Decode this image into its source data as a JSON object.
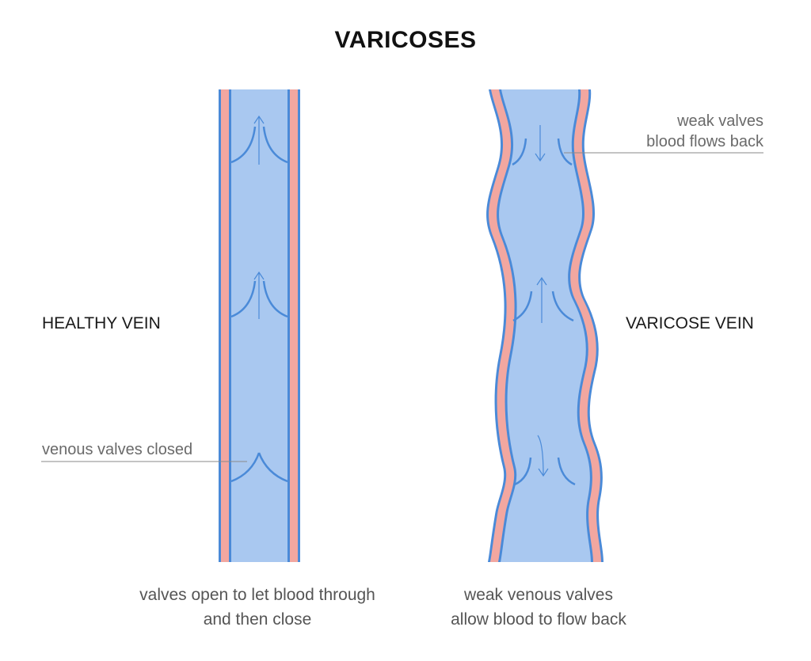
{
  "title": "VARICOSES",
  "healthy": {
    "label": "HEALTHY VEIN",
    "callout": "venous valves closed",
    "caption_line1": "valves open to let blood through",
    "caption_line2": "and then close"
  },
  "varicose": {
    "label": "VARICOSE VEIN",
    "callout_line1": "weak valves",
    "callout_line2": "blood flows back",
    "caption_line1": "weak venous valves",
    "caption_line2": "allow blood to flow back"
  },
  "colors": {
    "blood": "#a9c8f0",
    "wall_pink": "#f2a7a0",
    "wall_blue": "#4a8ad8",
    "valve": "#4a8ad8",
    "arrow": "#4a8ad8"
  }
}
